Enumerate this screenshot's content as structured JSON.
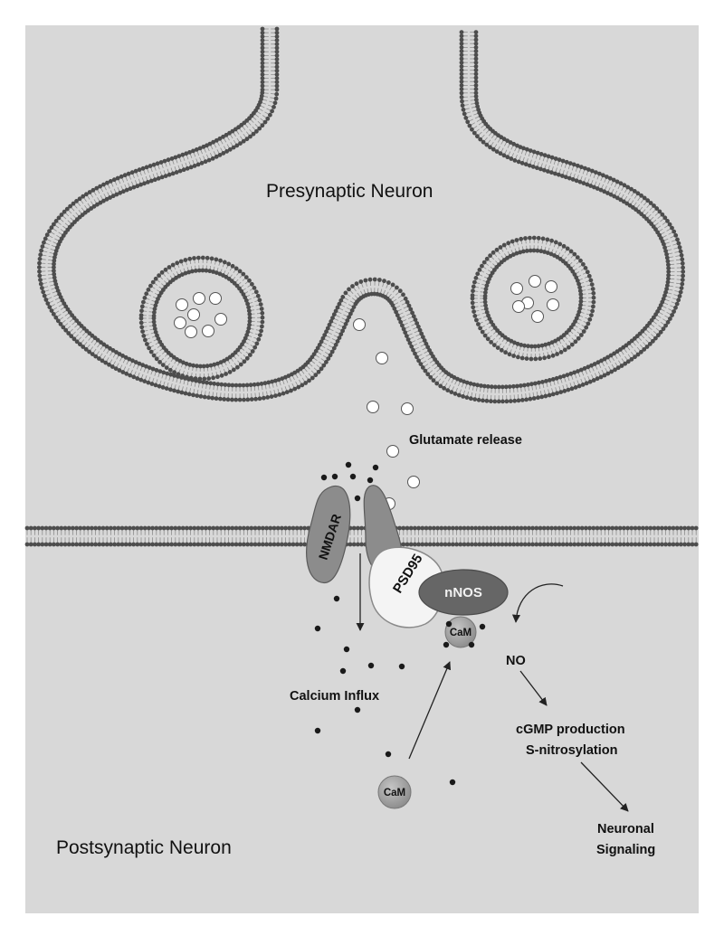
{
  "labels": {
    "presynaptic": "Presynaptic Neuron",
    "postsynaptic": "Postsynaptic Neuron",
    "glutamate_release": "Glutamate release",
    "calcium_influx": "Calcium Influx",
    "nmdar": "NMDAR",
    "psd95": "PSD95",
    "nnos": "nNOS",
    "cam_bound": "CaM",
    "cam_free": "CaM",
    "no": "NO",
    "cgmp": "cGMP production",
    "s_nitrosylation": "S-nitrosylation",
    "neuronal": "Neuronal",
    "signaling": "Signaling"
  },
  "colors": {
    "background": "#d8d8d8",
    "membrane_head": "#4d4d4d",
    "membrane_tail": "#8e8e8e",
    "vesicle_fill": "#ffffff",
    "protein_dark": "#666666",
    "protein_nmdar": "#8c8c8c",
    "psd95_fill": "#f4f4f4",
    "cam_fill": "#a6a6a6",
    "ion": "#1a1a1a",
    "arrow": "#222222"
  }
}
